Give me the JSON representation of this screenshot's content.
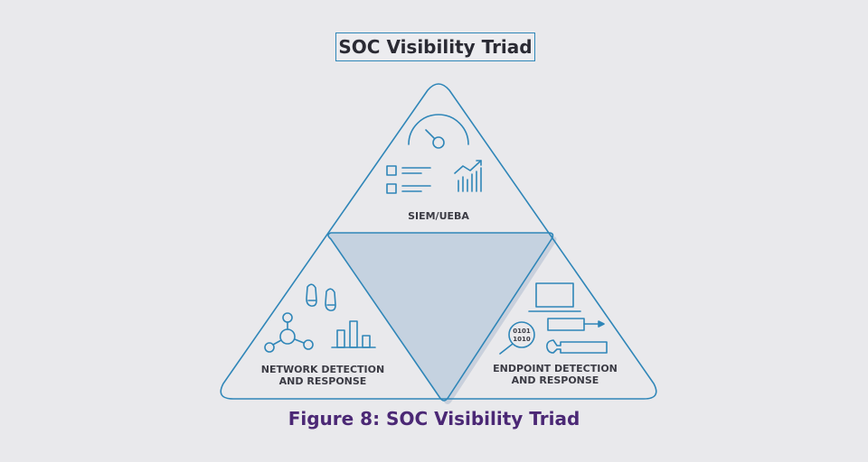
{
  "title": "SOC Visibility Triad",
  "caption": "Figure 8: SOC Visibility Triad",
  "sections": {
    "top": {
      "label": "SIEM/UEBA"
    },
    "left": {
      "line1": "NETWORK DETECTION",
      "line2": "AND RESPONSE"
    },
    "right": {
      "line1": "ENDPOINT DETECTION",
      "line2": "AND RESPONSE"
    }
  },
  "binary_icon": {
    "line1": "0101",
    "line2": "1010"
  },
  "colors": {
    "accent": "#2f86b8",
    "center_fill": "#c5d2e0",
    "caption": "#4b2875",
    "background": "#e9e9ec"
  },
  "icons": [
    "gauge-icon",
    "checklist-icon",
    "trend-chart-icon",
    "footprints-icon",
    "network-node-icon",
    "bar-chart-icon",
    "laptop-icon",
    "binary-magnifier-icon",
    "usb-cable-icon",
    "wrench-icon"
  ]
}
